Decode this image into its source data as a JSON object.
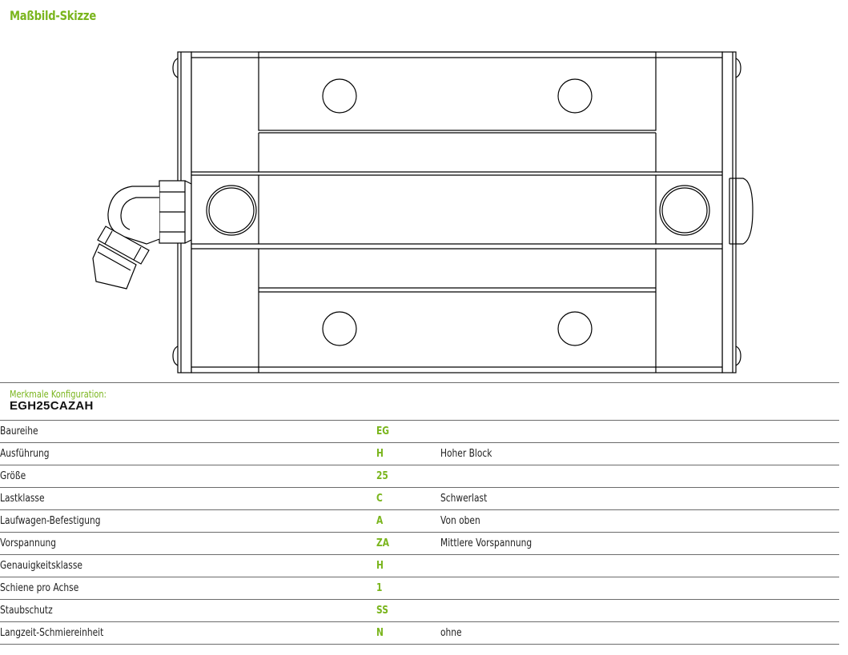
{
  "page": {
    "section_title": "Maßbild-Skizze"
  },
  "drawing": {
    "stroke_color": "#000000"
  },
  "config": {
    "label": "Merkmale Konfiguration:",
    "code": "EGH25CAZAH"
  },
  "colors": {
    "accent": "#7ab51d",
    "text": "#222222",
    "rule": "#6b6b6b"
  },
  "properties": [
    {
      "name": "Baureihe",
      "code": "EG",
      "description": ""
    },
    {
      "name": "Ausführung",
      "code": "H",
      "description": "Hoher Block"
    },
    {
      "name": "Größe",
      "code": "25",
      "description": ""
    },
    {
      "name": "Lastklasse",
      "code": "C",
      "description": "Schwerlast"
    },
    {
      "name": "Laufwagen-Befestigung",
      "code": "A",
      "description": "Von oben"
    },
    {
      "name": "Vorspannung",
      "code": "ZA",
      "description": "Mittlere Vorspannung"
    },
    {
      "name": "Genauigkeitsklasse",
      "code": "H",
      "description": ""
    },
    {
      "name": "Schiene pro Achse",
      "code": "1",
      "description": ""
    },
    {
      "name": "Staubschutz",
      "code": "SS",
      "description": ""
    },
    {
      "name": "Langzeit-Schmiereinheit",
      "code": "N",
      "description": "ohne"
    }
  ]
}
